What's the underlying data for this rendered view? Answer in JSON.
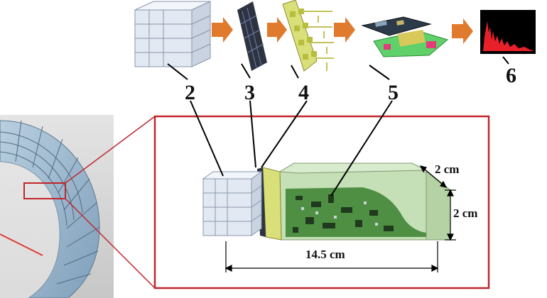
{
  "labels": {
    "n2": "2",
    "n3": "3",
    "n4": "4",
    "n5": "5",
    "n6": "6"
  },
  "dimensions": {
    "depth": "2 cm",
    "height": "2 cm",
    "length": "14.5 cm"
  },
  "colors": {
    "highlight_frame": "#c0262c",
    "arrow": "#e07a2c",
    "crystal": "#dfe6f2",
    "sipm_dark": "#2e3342",
    "board_yellow": "#d9e07a",
    "pcb_green": "#8fbf7a",
    "housing": "#c5dfb6",
    "spectrum_red": "#e8202a"
  },
  "icons": [
    "arrow-right-icon",
    "arrow-right-icon",
    "arrow-right-icon",
    "arrow-right-icon"
  ]
}
